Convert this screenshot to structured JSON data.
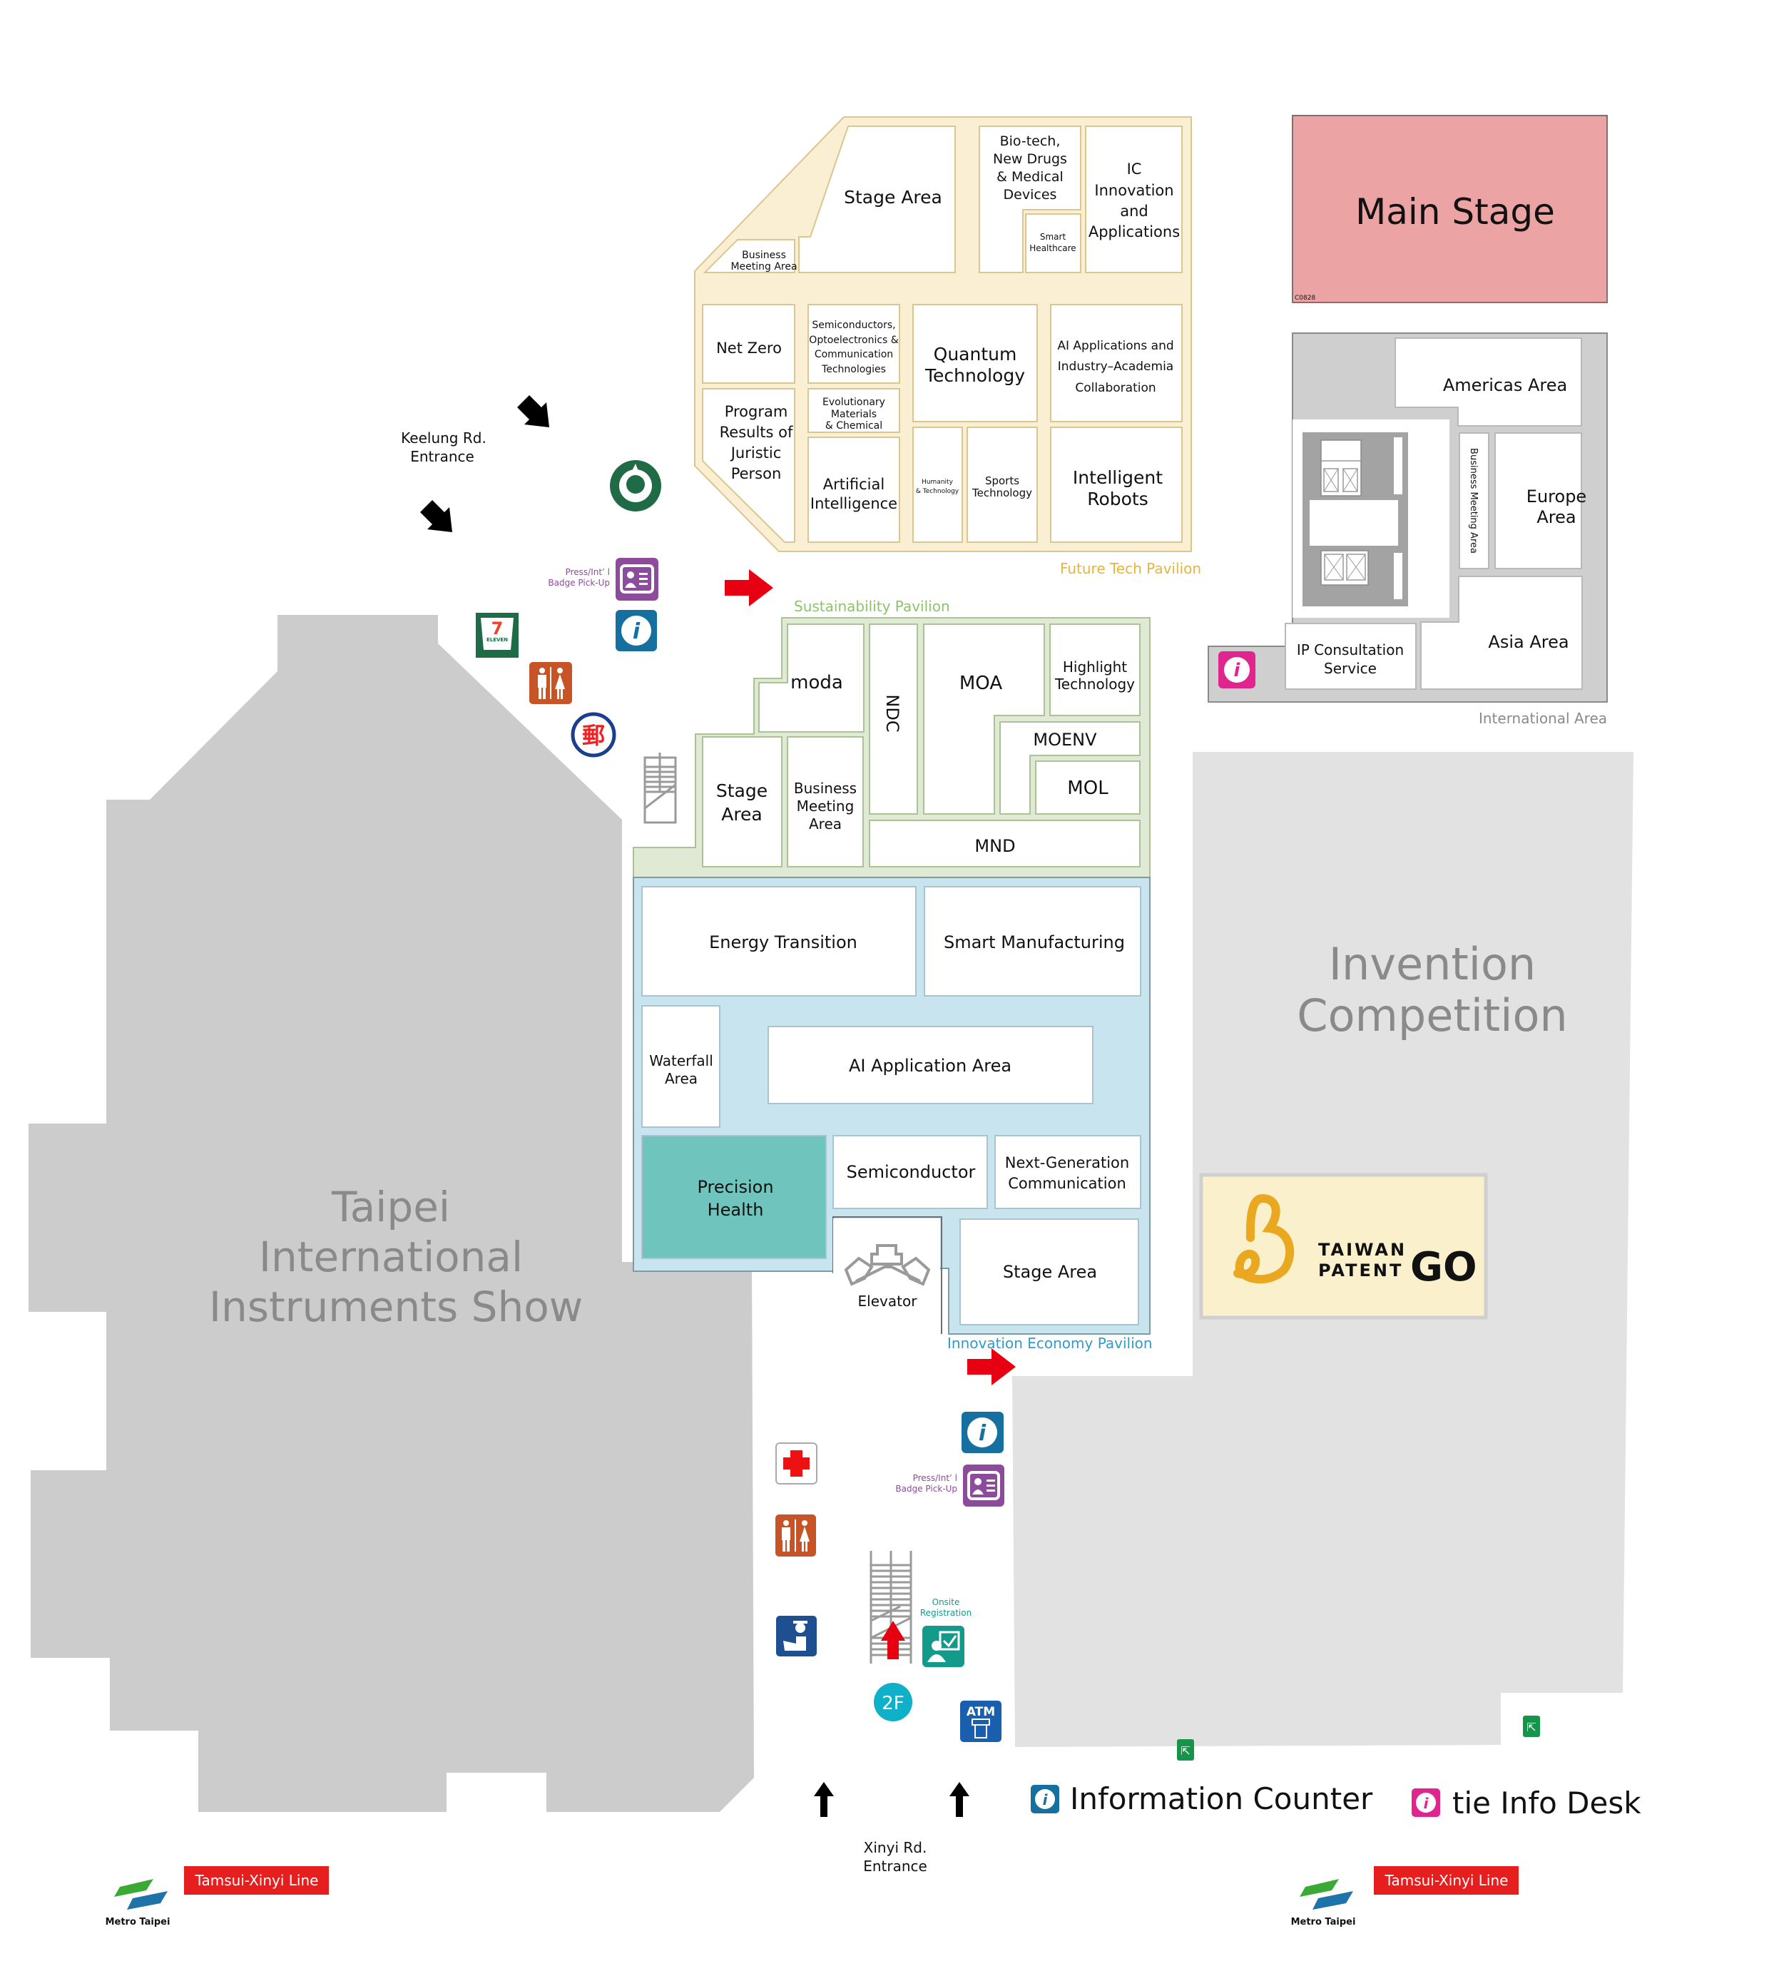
{
  "colors": {
    "future_tech_bg": "#faefd3",
    "future_tech_border": "#d9c690",
    "future_tech_label": "#e9b43c",
    "sustainability_bg": "#dfe9d3",
    "sustainability_border": "#a9c394",
    "sustainability_label": "#8cc46a",
    "innovation_bg": "#c8e4ef",
    "innovation_border": "#7f9aa5",
    "innovation_label": "#2e9ccc",
    "precision_health": "#6fc4bd",
    "main_stage": "#eca3a3",
    "international_bg": "#cfcfcf",
    "international_label": "#8a8a8a",
    "instruments_bg": "#cccccc",
    "invention_bg": "#e1e2e1",
    "patent_go_bg": "#faf1cc",
    "patent_go_yellow": "#eaa820",
    "info_blue": "#15709f",
    "tie_pink": "#e0258f",
    "badge_purple": "#8c4b9b",
    "toilet_orange": "#c75426",
    "red_arrow": "#e60012",
    "metro_red": "#e61e1e",
    "onsite_teal": "#139a8a",
    "floor_cyan": "#0fb0c8",
    "atm_blue": "#1a5fae",
    "exit_green": "#16944a"
  },
  "future_tech": {
    "title": "Future Tech Pavilion",
    "rooms": {
      "stage_area": "Stage Area",
      "business_meeting": [
        "Business",
        "Meeting Area"
      ],
      "biotech": [
        "Bio-tech,",
        "New Drugs",
        "& Medical",
        "Devices"
      ],
      "smart_healthcare": [
        "Smart",
        "Healthcare"
      ],
      "ic_innovation": [
        "IC",
        "Innovation",
        "and",
        "Applications"
      ],
      "net_zero": "Net Zero",
      "semiconductors": [
        "Semiconductors,",
        "Optoelectronics &",
        "Communication",
        "Technologies"
      ],
      "program_results": [
        "Program",
        "Results of",
        "Juristic",
        "Person"
      ],
      "evolutionary": [
        "Evolutionary",
        "Materials",
        "& Chemical"
      ],
      "artificial_intelligence": [
        "Artificial",
        "Intelligence"
      ],
      "quantum": [
        "Quantum",
        "Technology"
      ],
      "humanity": [
        "Humanity",
        "& Technology"
      ],
      "sports": [
        "Sports",
        "Technology"
      ],
      "ai_applications": [
        "AI Applications and",
        "Industry–Academia",
        "Collaboration"
      ],
      "robots": [
        "Intelligent",
        "Robots"
      ]
    }
  },
  "main_stage": {
    "title": "Main Stage",
    "code": "C0828"
  },
  "international": {
    "title": "International Area",
    "rooms": {
      "americas": "Americas Area",
      "business_meeting": "Business Meeting Area",
      "europe": [
        "Europe",
        "Area"
      ],
      "asia": "Asia Area",
      "ip_consultation": [
        "IP Consultation",
        "Service"
      ]
    }
  },
  "sustainability": {
    "title": "Sustainability Pavilion",
    "rooms": {
      "moda": "moda",
      "ndc": "NDC",
      "moa": "MOA",
      "highlight": [
        "Highlight",
        "Technology"
      ],
      "moenv": "MOENV",
      "mol": "MOL",
      "stage_area": [
        "Stage",
        "Area"
      ],
      "business_meeting": [
        "Business",
        "Meeting",
        "Area"
      ],
      "mnd": "MND"
    }
  },
  "innovation": {
    "title": "Innovation Economy Pavilion",
    "rooms": {
      "energy": "Energy Transition",
      "smart_manufacturing": "Smart Manufacturing",
      "waterfall": [
        "Waterfall",
        "Area"
      ],
      "ai_application": "AI Application Area",
      "precision_health": [
        "Precision",
        "Health"
      ],
      "semiconductor": "Semiconductor",
      "next_gen": [
        "Next-Generation",
        "Communication"
      ],
      "elevator": "Elevator",
      "stage_area": "Stage Area"
    }
  },
  "instruments_show": {
    "title": [
      "Taipei",
      "International",
      "Instruments Show"
    ]
  },
  "invention": {
    "title": [
      "Invention",
      "Competition"
    ]
  },
  "patent_go": {
    "line1": "TAIWAN",
    "line2": "PATENT",
    "go": "GO"
  },
  "entrances": {
    "keelung": [
      "Keelung Rd.",
      "Entrance"
    ],
    "xinyi": [
      "Xinyi Rd.",
      "Entrance"
    ]
  },
  "facilities": {
    "badge_label": [
      "Press/Int’ l",
      "Badge Pick-Up"
    ],
    "onsite_label": [
      "Onsite",
      "Registration"
    ],
    "floor": "2F",
    "atm": "ATM",
    "seven_eleven": "ELEVEN"
  },
  "legend": {
    "info_counter": "Information Counter",
    "tie_desk": "tie Info Desk"
  },
  "metro": {
    "name": "Metro Taipei",
    "line": "Tamsui-Xinyi Line"
  }
}
